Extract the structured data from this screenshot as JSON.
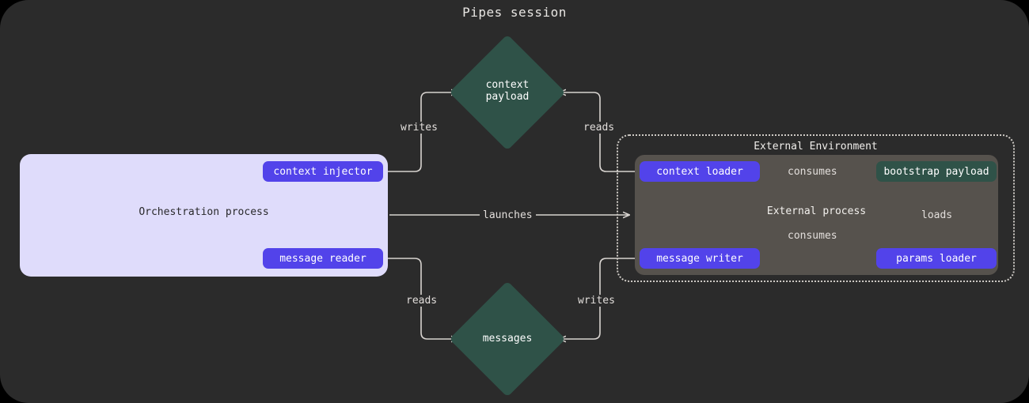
{
  "title": "Pipes session",
  "theme": {
    "page_bg": "#000000",
    "panel_bg": "#2b2b2b",
    "accent_purple": "#5243ea",
    "accent_green": "#2f5248",
    "orchestration_bg": "#dfdcfb",
    "external_process_bg": "#56524d",
    "edge_stroke": "#d8d4d0"
  },
  "orchestration": {
    "label": "Orchestration process",
    "nodes": {
      "context_injector": "context injector",
      "message_reader": "message reader"
    }
  },
  "external_environment": {
    "label": "External Environment",
    "process_label": "External process",
    "nodes": {
      "context_loader": "context loader",
      "message_writer": "message writer",
      "params_loader": "params loader",
      "bootstrap_payload": "bootstrap payload"
    }
  },
  "stores": {
    "context_payload_line1": "context",
    "context_payload_line2": "payload",
    "messages": "messages"
  },
  "edges": {
    "writes_context": "writes",
    "reads_context": "reads",
    "launches": "launches",
    "reads_messages": "reads",
    "writes_messages": "writes",
    "consumes_context": "consumes",
    "consumes_message": "consumes",
    "loads": "loads"
  }
}
